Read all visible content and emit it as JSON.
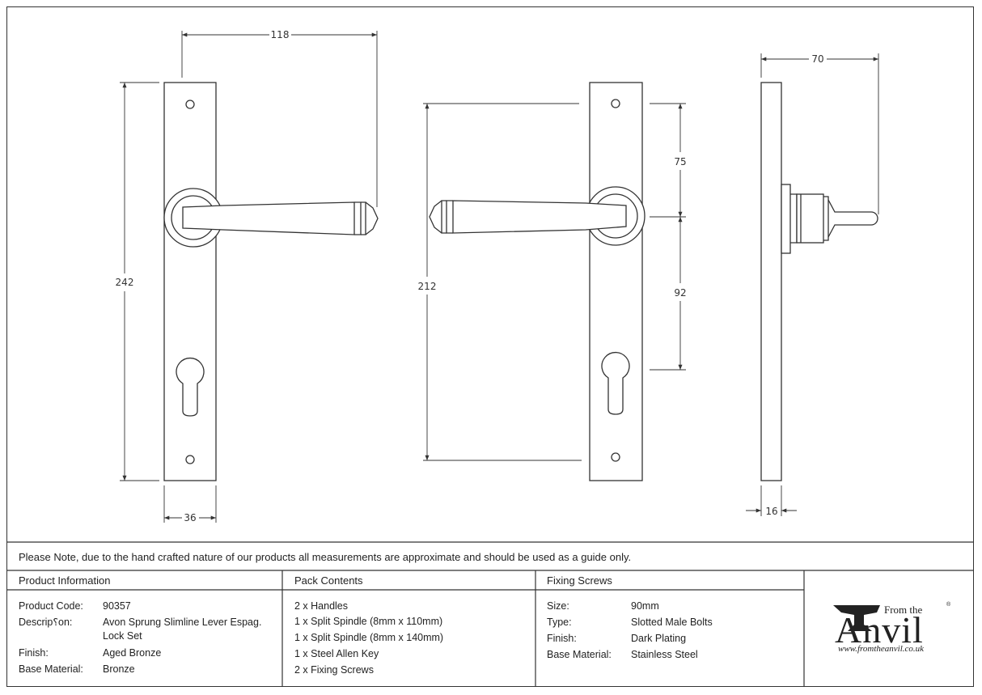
{
  "dimensions": {
    "width_118": "118",
    "height_242": "242",
    "width_36": "36",
    "height_212": "212",
    "height_75": "75",
    "height_92": "92",
    "depth_70": "70",
    "depth_16": "16"
  },
  "note": "Please Note, due to the hand crafted nature of our products all measurements are approximate and should be used as a guide only.",
  "product_info": {
    "title": "Product Information",
    "rows": [
      {
        "label": "Product Code:",
        "value": "90357"
      },
      {
        "label": "Descrip⸮on:",
        "value": "Avon Sprung Slimline Lever Espag.",
        "value2": "Lock Set"
      },
      {
        "label": "Finish:",
        "value": "Aged Bronze"
      },
      {
        "label": "Base Material:",
        "value": "Bronze"
      }
    ]
  },
  "pack_contents": {
    "title": "Pack Contents",
    "items": [
      "2 x Handles",
      "1 x Split Spindle (8mm x 110mm)",
      "1 x Split Spindle (8mm x 140mm)",
      "1 x Steel Allen Key",
      "2 x Fixing Screws"
    ]
  },
  "fixing_screws": {
    "title": "Fixing Screws",
    "rows": [
      {
        "label": "Size:",
        "value": "90mm"
      },
      {
        "label": "Type:",
        "value": "Slotted Male Bolts"
      },
      {
        "label": "Finish:",
        "value": "Dark Plating"
      },
      {
        "label": "Base Material:",
        "value": "Stainless Steel"
      }
    ]
  },
  "logo": {
    "from_the": "From the",
    "anvil": "Anvil",
    "registered": "®",
    "url": "www.fromtheanvil.co.uk",
    "icon": "anvil-icon"
  },
  "colors": {
    "line": "#333333",
    "background": "#ffffff"
  }
}
